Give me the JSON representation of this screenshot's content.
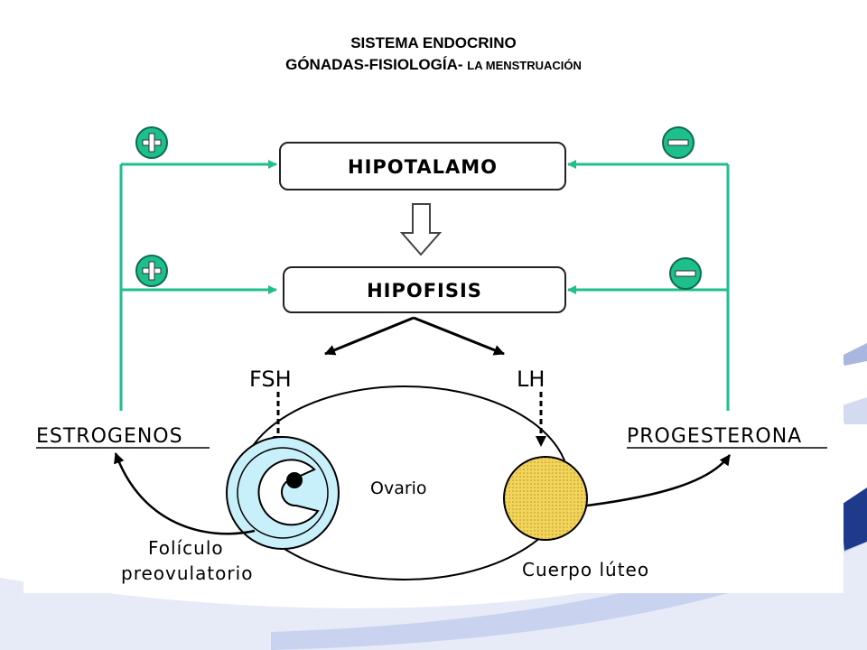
{
  "header": {
    "line1": "SISTEMA ENDOCRINO",
    "line2_main": "GÓNADAS-FISIOLOGÍA-",
    "line2_small": "LA MENSTRUACIÓN"
  },
  "diagram": {
    "hypothalamus": "HIPOTALAMO",
    "pituitary": "HIPOFISIS",
    "fsh": "FSH",
    "lh": "LH",
    "estrogens": "ESTROGENOS",
    "progesterone": "PROGESTERONA",
    "ovary": "Ovario",
    "follicle_line1": "Folículo",
    "follicle_line2": "preovulatorio",
    "corpus_luteum": "Cuerpo lúteo",
    "colors": {
      "feedback": "#1dbf8c",
      "follicle": "#c8f0fa",
      "corpus_luteum": "#f2d45a"
    }
  }
}
